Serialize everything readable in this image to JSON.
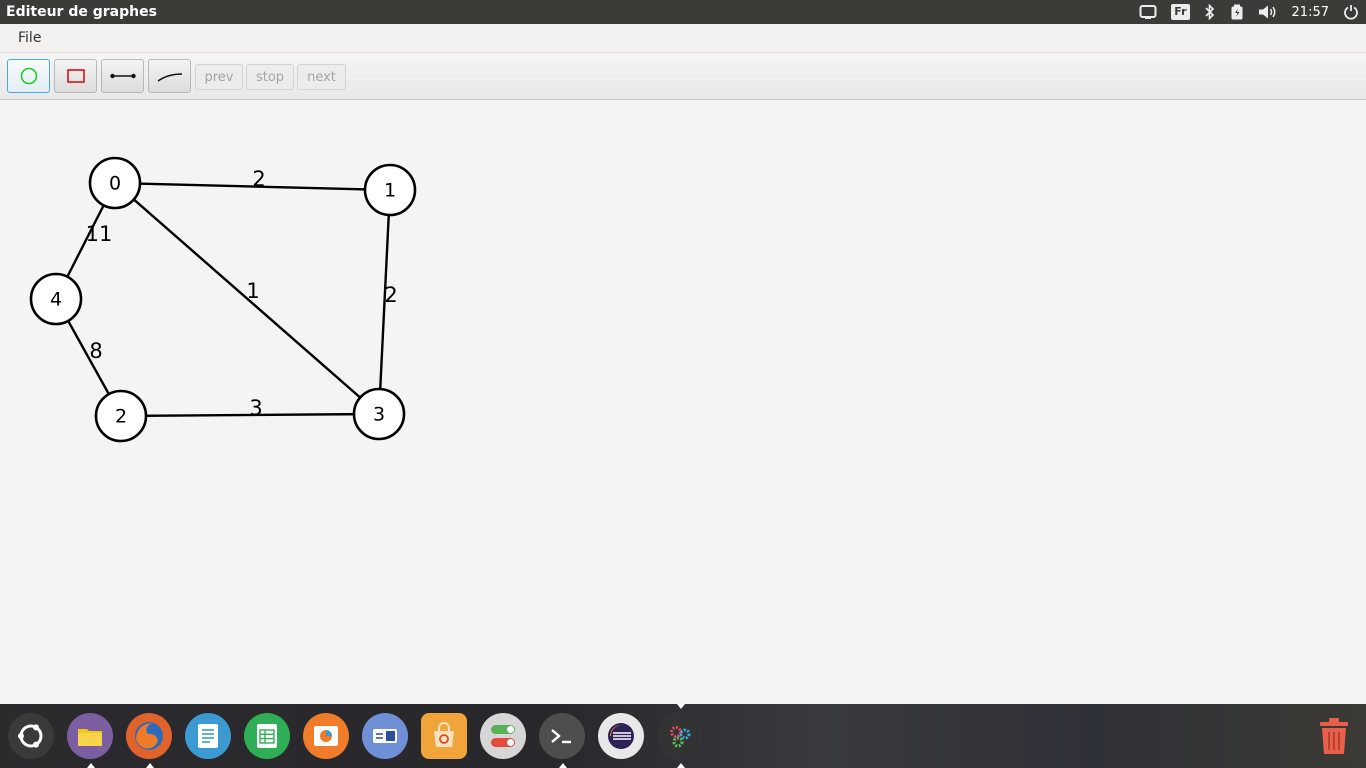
{
  "window": {
    "title": "Editeur de graphes"
  },
  "tray": {
    "keyboard_layout": "Fr",
    "clock": "21:57"
  },
  "menu": {
    "file_label": "File"
  },
  "toolbar": {
    "tools": [
      {
        "name": "circle-tool",
        "icon": "circle-icon",
        "active": true,
        "color": "#22cc22"
      },
      {
        "name": "rectangle-tool",
        "icon": "rectangle-icon",
        "active": false,
        "color": "#dd1111"
      },
      {
        "name": "straight-edge-tool",
        "icon": "straight-edge-icon",
        "active": false
      },
      {
        "name": "curved-edge-tool",
        "icon": "curved-edge-icon",
        "active": false
      }
    ],
    "prev_label": "prev",
    "stop_label": "stop",
    "next_label": "next"
  },
  "graph": {
    "nodes": [
      {
        "id": "0",
        "label": "0"
      },
      {
        "id": "1",
        "label": "1"
      },
      {
        "id": "2",
        "label": "2"
      },
      {
        "id": "3",
        "label": "3"
      },
      {
        "id": "4",
        "label": "4"
      }
    ],
    "edges": [
      {
        "from": "0",
        "to": "1",
        "weight": "2"
      },
      {
        "from": "0",
        "to": "4",
        "weight": "11"
      },
      {
        "from": "0",
        "to": "3",
        "weight": "1"
      },
      {
        "from": "1",
        "to": "3",
        "weight": "2"
      },
      {
        "from": "4",
        "to": "2",
        "weight": "8"
      },
      {
        "from": "2",
        "to": "3",
        "weight": "3"
      }
    ]
  },
  "dock": {
    "items": [
      {
        "name": "ubuntu-launcher-icon",
        "color": "#3a3a3a"
      },
      {
        "name": "files-icon",
        "color": "#7b5fa0"
      },
      {
        "name": "firefox-icon",
        "color": "#e0632b"
      },
      {
        "name": "text-editor-icon",
        "color": "#3d9ad1"
      },
      {
        "name": "spreadsheet-icon",
        "color": "#2fae55"
      },
      {
        "name": "presentation-icon",
        "color": "#f07c2a"
      },
      {
        "name": "settings-icon",
        "color": "#6f8fd6"
      },
      {
        "name": "software-center-icon",
        "color": "#f0a43a"
      },
      {
        "name": "tweak-tool-icon",
        "color": "#d6d6d6"
      },
      {
        "name": "terminal-icon",
        "color": "#4e4e4e"
      },
      {
        "name": "eclipse-icon",
        "color": "#e8e8e8"
      },
      {
        "name": "system-tools-icon",
        "color": "#333333"
      },
      {
        "name": "trash-icon",
        "color": "#e8604c"
      }
    ]
  }
}
